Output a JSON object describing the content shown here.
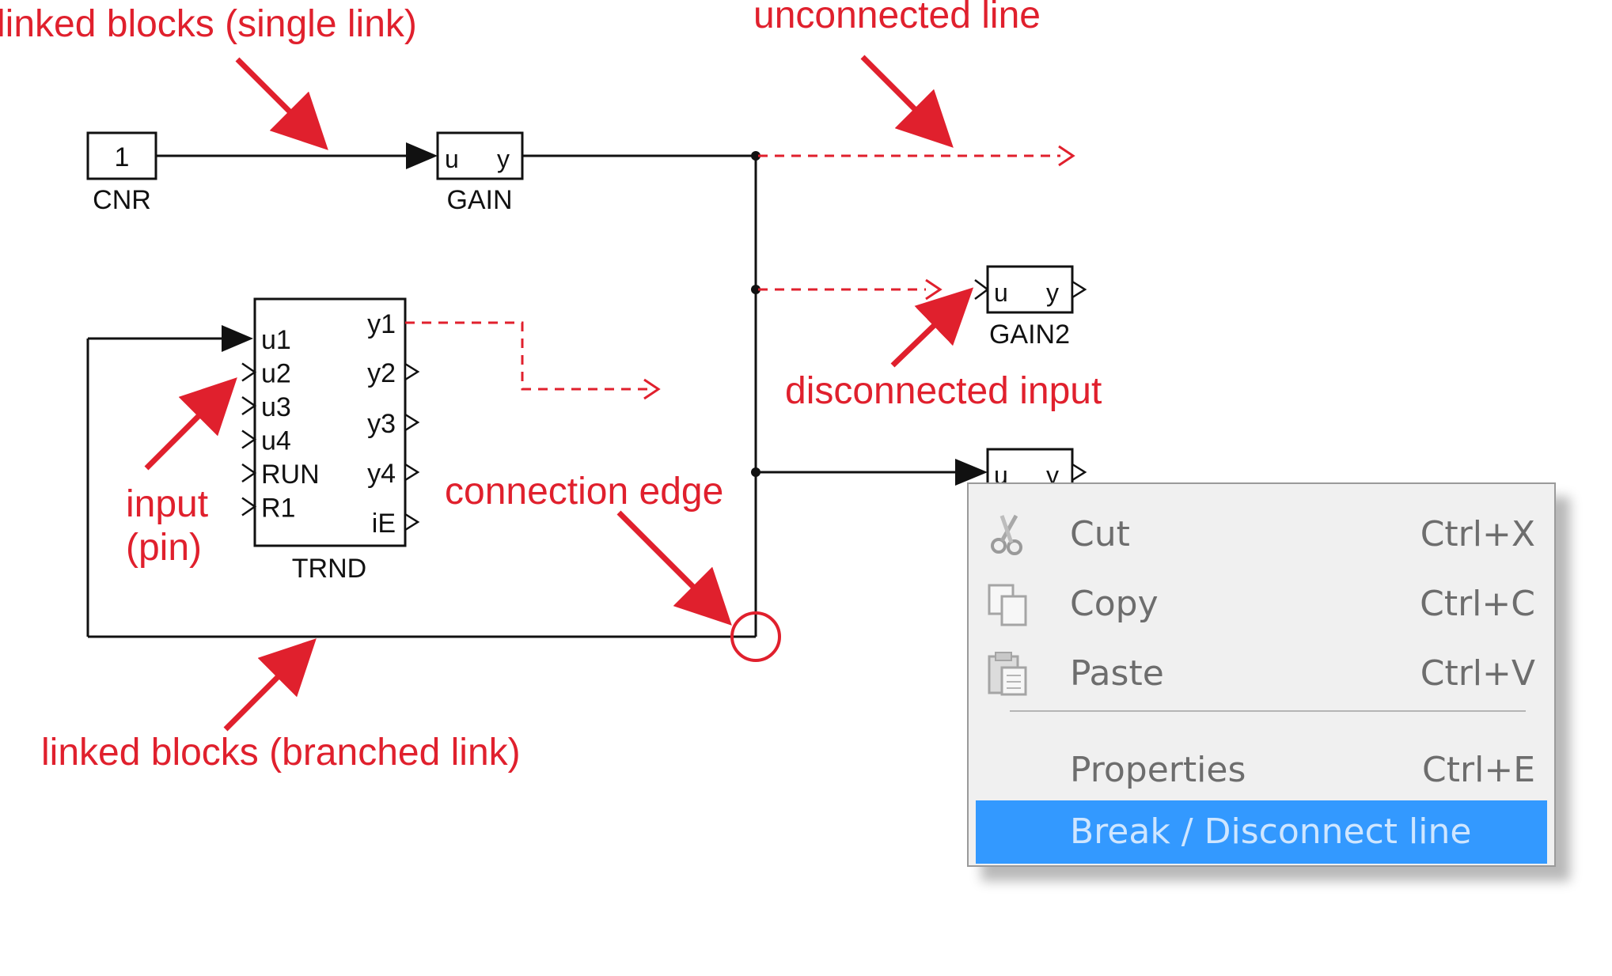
{
  "annotations": {
    "single_link": "linked blocks (single link)",
    "unconnected_line": "unconnected line",
    "disconnected_input": "disconnected input",
    "input_pin_line1": "input",
    "input_pin_line2": "(pin)",
    "connection_edge": "connection edge",
    "branched_link": "linked blocks (branched link)"
  },
  "blocks": {
    "cnr": {
      "name": "CNR",
      "value": "1"
    },
    "gain": {
      "name": "GAIN",
      "in": "u",
      "out": "y"
    },
    "gain2": {
      "name": "GAIN2",
      "in": "u",
      "out": "y"
    },
    "gain3": {
      "in": "u",
      "out": "y"
    },
    "trnd": {
      "name": "TRND",
      "inputs": [
        "u1",
        "u2",
        "u3",
        "u4",
        "RUN",
        "R1"
      ],
      "outputs": [
        "y1",
        "y2",
        "y3",
        "y4",
        "iE"
      ]
    }
  },
  "context_menu": {
    "items": [
      {
        "label": "Cut",
        "shortcut": "Ctrl+X",
        "icon": "scissors-icon"
      },
      {
        "label": "Copy",
        "shortcut": "Ctrl+C",
        "icon": "copy-icon"
      },
      {
        "label": "Paste",
        "shortcut": "Ctrl+V",
        "icon": "paste-icon"
      },
      {
        "label": "Properties",
        "shortcut": "Ctrl+E"
      },
      {
        "label": "Break / Disconnect line",
        "shortcut": "",
        "selected": true
      }
    ]
  },
  "colors": {
    "annotation": "#e0202d",
    "selection": "#3399ff",
    "menu_bg": "#f0f0f0"
  }
}
